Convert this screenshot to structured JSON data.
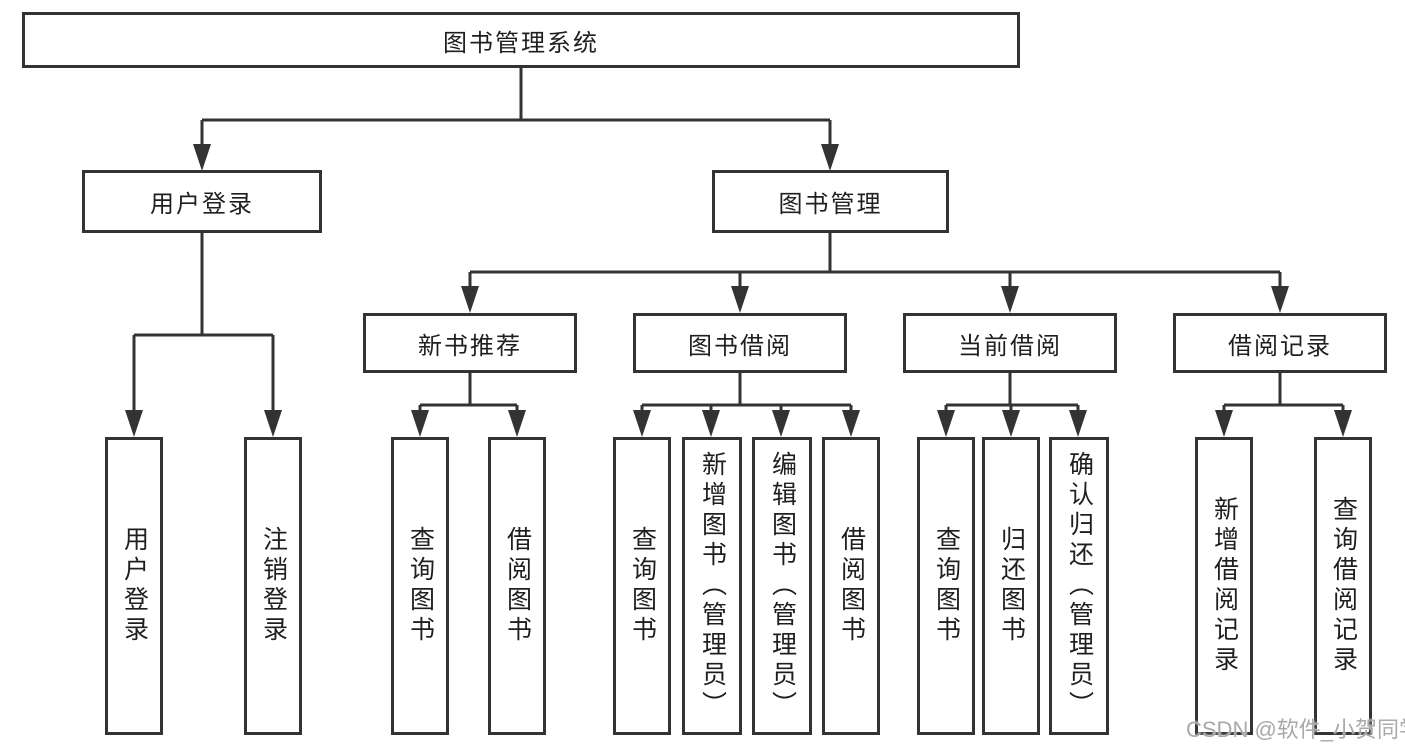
{
  "colors": {
    "background": "#ffffff",
    "box-border": "#333333",
    "line": "#333333",
    "text": "#1f1f1f",
    "watermark": "#a9a9a9"
  },
  "watermark": {
    "text": "CSDN @软件_小贺同学"
  },
  "tree": {
    "root": {
      "label": "图书管理系统"
    },
    "branches": [
      {
        "label": "用户登录",
        "children": [
          {
            "label": "用户登录"
          },
          {
            "label": "注销登录"
          }
        ]
      },
      {
        "label": "图书管理",
        "children": [
          {
            "label": "新书推荐",
            "children": [
              {
                "label": "查询图书"
              },
              {
                "label": "借阅图书"
              }
            ]
          },
          {
            "label": "图书借阅",
            "children": [
              {
                "label": "查询图书"
              },
              {
                "label": "新增图书（管理员）"
              },
              {
                "label": "编辑图书（管理员）"
              },
              {
                "label": "借阅图书"
              }
            ]
          },
          {
            "label": "当前借阅",
            "children": [
              {
                "label": "查询图书"
              },
              {
                "label": "归还图书"
              },
              {
                "label": "确认归还（管理员）"
              }
            ]
          },
          {
            "label": "借阅记录",
            "children": [
              {
                "label": "新增借阅记录"
              },
              {
                "label": "查询借阅记录"
              }
            ]
          }
        ]
      }
    ]
  }
}
